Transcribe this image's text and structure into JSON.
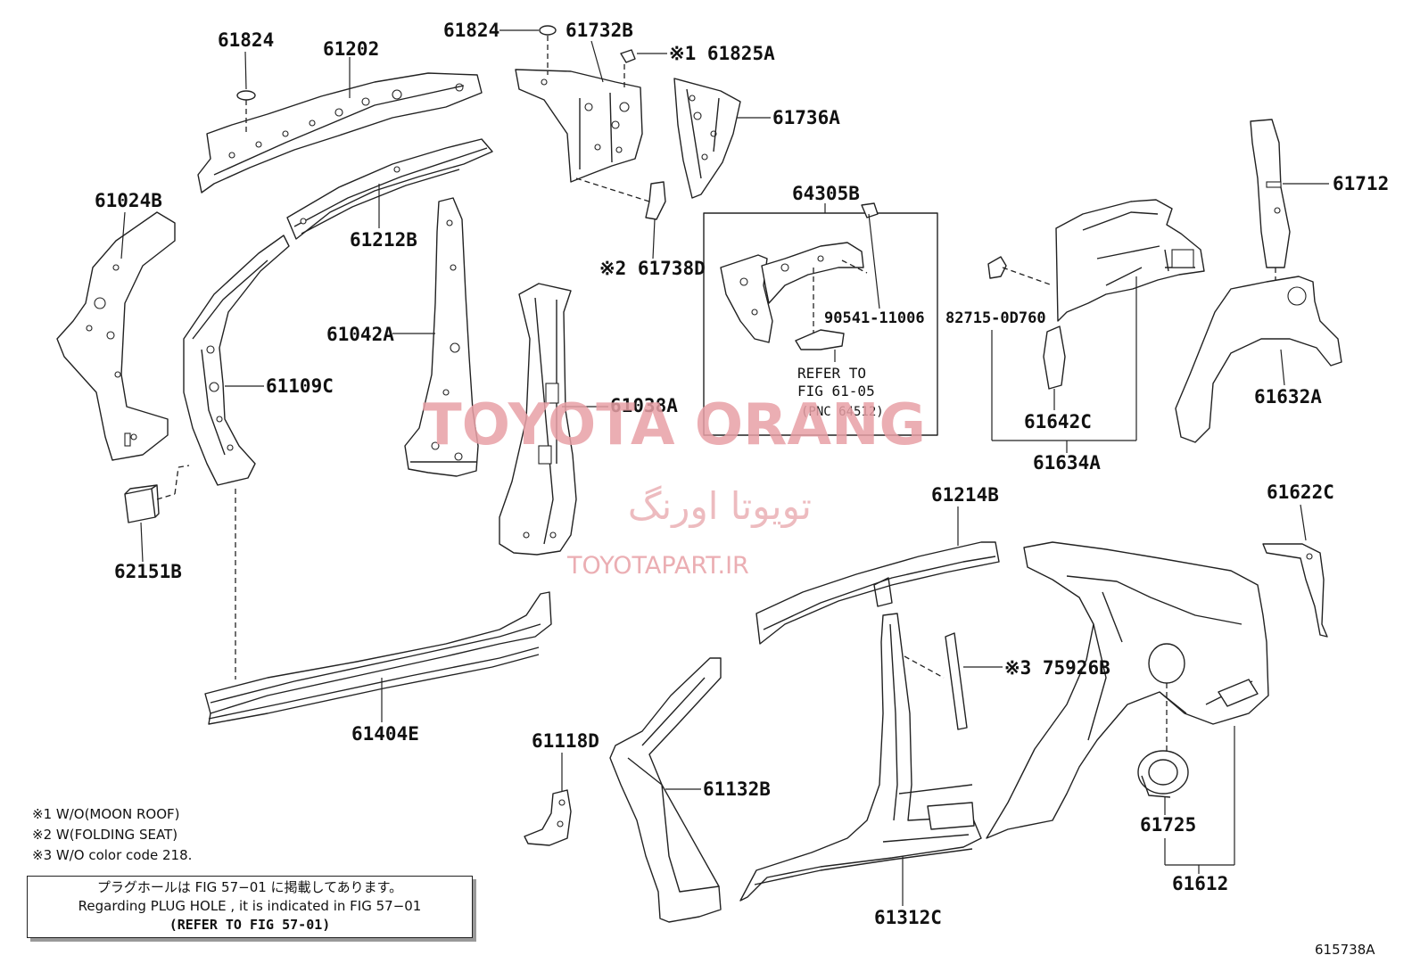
{
  "part_labels": {
    "p61824a": "61824",
    "p61202": "61202",
    "p61824b": "61824",
    "p61732b": "61732B",
    "p61825a": "※1 61825A",
    "p61736a": "61736A",
    "p61024b": "61024B",
    "p61212b": "61212B",
    "p61738d": "※2 61738D",
    "p64305b": "64305B",
    "p61712": "61712",
    "p61042a": "61042A",
    "p61109c": "61109C",
    "p61038a": "61038A",
    "p90541": "90541-11006",
    "p82715": "82715-0D760",
    "p61642c": "61642C",
    "p61632a": "61632A",
    "p61634a": "61634A",
    "p62151b": "62151B",
    "p61214b": "61214B",
    "p61622c": "61622C",
    "p75926b": "※3 75926B",
    "p61404e": "61404E",
    "p61118d": "61118D",
    "p61132b": "61132B",
    "p61725": "61725",
    "p61612": "61612",
    "p61312c": "61312C"
  },
  "refer_box": {
    "line1": "REFER TO",
    "line2": "FIG 61-05",
    "line3": "(PNC 64512)"
  },
  "legend": [
    "※1 W/O(MOON ROOF)",
    "※2 W(FOLDING SEAT)",
    "※3 W/O color code 218."
  ],
  "note_box": {
    "line1": "プラグホールは FIG 57−01 に掲載してあります。",
    "line2": "Regarding  PLUG  HOLE , it is indicated in  FIG  57−01",
    "line3": "(REFER TO FIG 57-01)"
  },
  "watermark": {
    "main": "TOYOTA ORANG",
    "persian": "تویوتا اورنگ",
    "site": "TOYOTAPART.IR"
  },
  "figure_id": "615738A"
}
